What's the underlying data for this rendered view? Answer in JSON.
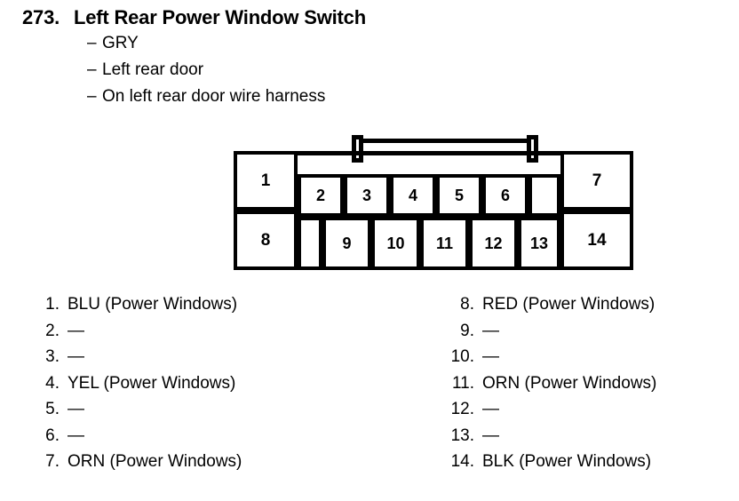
{
  "header": {
    "number": "273.",
    "title": "Left Rear Power Window Switch",
    "dash": "–",
    "bullets": [
      "GRY",
      "Left rear door",
      "On left rear door wire harness"
    ]
  },
  "connector": {
    "top_row": [
      "1",
      "2",
      "3",
      "4",
      "5",
      "6",
      "7"
    ],
    "bottom_row": [
      "8",
      "9",
      "10",
      "11",
      "12",
      "13",
      "14"
    ],
    "pins": {
      "p1": "1",
      "p2": "2",
      "p3": "3",
      "p4": "4",
      "p5": "5",
      "p6": "6",
      "p7": "7",
      "p8": "8",
      "p9": "9",
      "p10": "10",
      "p11": "11",
      "p12": "12",
      "p13": "13",
      "p14": "14"
    }
  },
  "legend": {
    "left_column": [
      {
        "num": "1.",
        "value": "BLU (Power Windows)"
      },
      {
        "num": "2.",
        "value": "—"
      },
      {
        "num": "3.",
        "value": "—"
      },
      {
        "num": "4.",
        "value": "YEL (Power Windows)"
      },
      {
        "num": "5.",
        "value": "—"
      },
      {
        "num": "6.",
        "value": "—"
      },
      {
        "num": "7.",
        "value": "ORN (Power Windows)"
      }
    ],
    "right_column": [
      {
        "num": "8.",
        "value": "RED (Power Windows)"
      },
      {
        "num": "9.",
        "value": "—"
      },
      {
        "num": "10.",
        "value": "—"
      },
      {
        "num": "11.",
        "value": "ORN (Power Windows)"
      },
      {
        "num": "12.",
        "value": "—"
      },
      {
        "num": "13.",
        "value": "—"
      },
      {
        "num": "14.",
        "value": "BLK (Power Windows)"
      }
    ]
  },
  "colors": {
    "ink": "#000000",
    "paper": "#ffffff"
  }
}
